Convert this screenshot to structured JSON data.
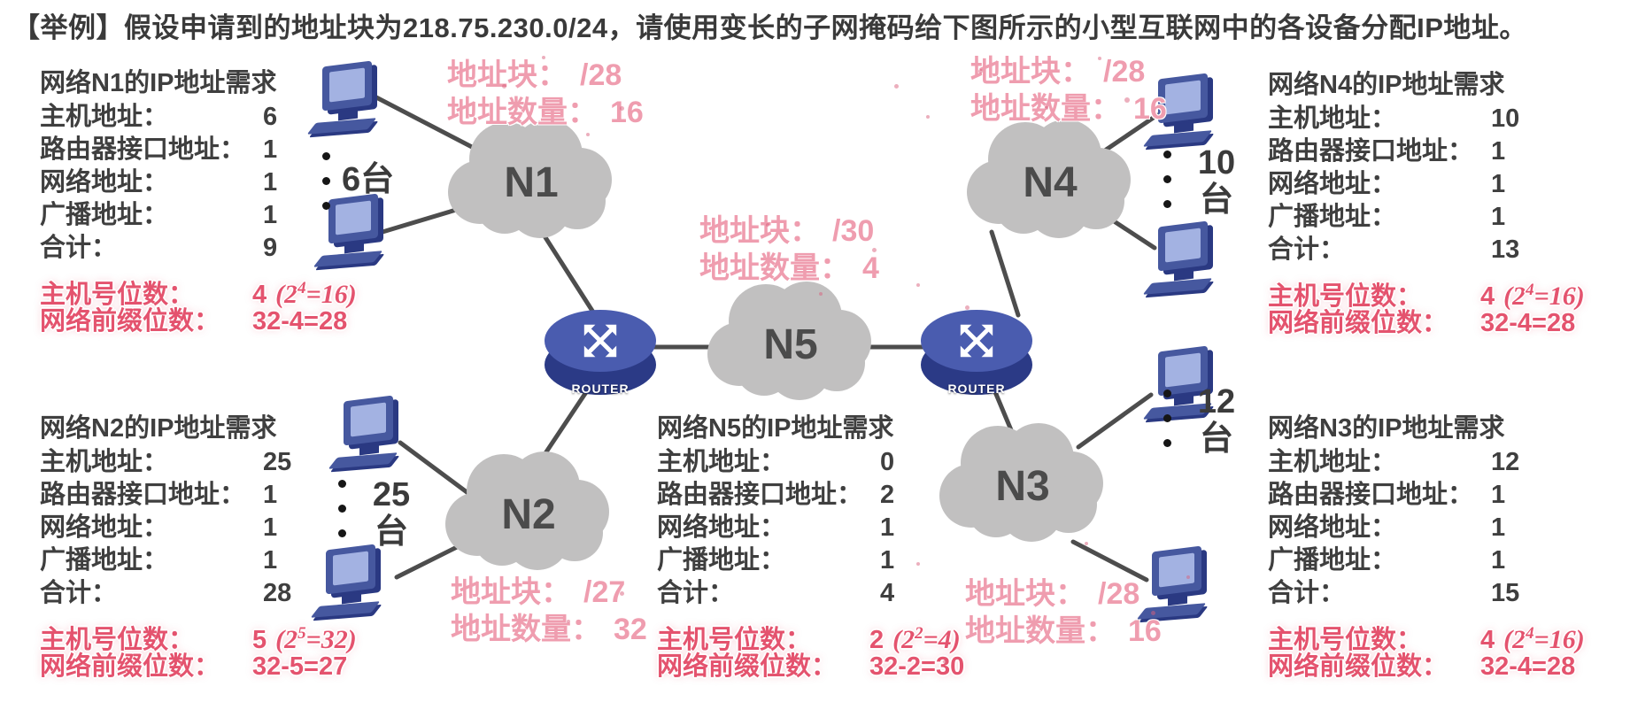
{
  "title": "【举例】假设申请到的地址块为218.75.230.0/24，请使用变长的子网掩码给下图所示的小型互联网中的各设备分配IP地址。",
  "colors": {
    "accent_red": "#e4536e",
    "note_pink": "#ef9daf",
    "cloud_gray": "#c1c0c0",
    "router_blue": "#4a5caf",
    "computer_blue": "#46589f",
    "text_dark": "#3f3f3f"
  },
  "clouds": {
    "n1": "N1",
    "n2": "N2",
    "n3": "N3",
    "n4": "N4",
    "n5": "N5"
  },
  "routers": {
    "left": "ROUTER",
    "right": "ROUTER"
  },
  "host_groups": {
    "n1": {
      "label": "6台"
    },
    "n2": {
      "line1": "25",
      "line2": "台"
    },
    "n4": {
      "line1": "10",
      "line2": "台"
    },
    "n3": {
      "line1": "12",
      "line2": "台"
    }
  },
  "blocks": {
    "n1": {
      "heading": "网络N1的IP地址需求",
      "rows": [
        {
          "label": "主机地址：",
          "value": "6"
        },
        {
          "label": "路由器接口地址：",
          "value": "1"
        },
        {
          "label": "网络地址：",
          "value": "1"
        },
        {
          "label": "广播地址：",
          "value": "1"
        },
        {
          "label": "合计：",
          "value": "9"
        }
      ],
      "host_bits": {
        "label": "主机号位数：",
        "value": "4",
        "formula_open": "(2",
        "formula_exp": "4",
        "formula_close": "=16)"
      },
      "prefix_bits": {
        "label": "网络前缀位数：",
        "value": "32-4=28"
      }
    },
    "n2": {
      "heading": "网络N2的IP地址需求",
      "rows": [
        {
          "label": "主机地址：",
          "value": "25"
        },
        {
          "label": "路由器接口地址：",
          "value": "1"
        },
        {
          "label": "网络地址：",
          "value": "1"
        },
        {
          "label": "广播地址：",
          "value": "1"
        },
        {
          "label": "合计：",
          "value": "28"
        }
      ],
      "host_bits": {
        "label": "主机号位数：",
        "value": "5",
        "formula_open": "(2",
        "formula_exp": "5",
        "formula_close": "=32)"
      },
      "prefix_bits": {
        "label": "网络前缀位数：",
        "value": "32-5=27"
      }
    },
    "n5": {
      "heading": "网络N5的IP地址需求",
      "rows": [
        {
          "label": "主机地址：",
          "value": "0"
        },
        {
          "label": "路由器接口地址：",
          "value": "2"
        },
        {
          "label": "网络地址：",
          "value": "1"
        },
        {
          "label": "广播地址：",
          "value": "1"
        },
        {
          "label": "合计：",
          "value": "4"
        }
      ],
      "host_bits": {
        "label": "主机号位数：",
        "value": "2",
        "formula_open": "(2",
        "formula_exp": "2",
        "formula_close": "=4)"
      },
      "prefix_bits": {
        "label": "网络前缀位数：",
        "value": "32-2=30"
      }
    },
    "n4": {
      "heading": "网络N4的IP地址需求",
      "rows": [
        {
          "label": "主机地址：",
          "value": "10"
        },
        {
          "label": "路由器接口地址：",
          "value": "1"
        },
        {
          "label": "网络地址：",
          "value": "1"
        },
        {
          "label": "广播地址：",
          "value": "1"
        },
        {
          "label": "合计：",
          "value": "13"
        }
      ],
      "host_bits": {
        "label": "主机号位数：",
        "value": "4",
        "formula_open": "(2",
        "formula_exp": "4",
        "formula_close": "=16)"
      },
      "prefix_bits": {
        "label": "网络前缀位数：",
        "value": "32-4=28"
      }
    },
    "n3": {
      "heading": "网络N3的IP地址需求",
      "rows": [
        {
          "label": "主机地址：",
          "value": "12"
        },
        {
          "label": "路由器接口地址：",
          "value": "1"
        },
        {
          "label": "网络地址：",
          "value": "1"
        },
        {
          "label": "广播地址：",
          "value": "1"
        },
        {
          "label": "合计：",
          "value": "15"
        }
      ],
      "host_bits": {
        "label": "主机号位数：",
        "value": "4",
        "formula_open": "(2",
        "formula_exp": "4",
        "formula_close": "=16)"
      },
      "prefix_bits": {
        "label": "网络前缀位数：",
        "value": "32-4=28"
      }
    }
  },
  "notes": {
    "n1": {
      "block_label": "地址块：",
      "block_value": "/28",
      "count_label": "地址数量：",
      "count_value": "16"
    },
    "n4": {
      "block_label": "地址块：",
      "block_value": "/28",
      "count_label": "地址数量：",
      "count_value": "16"
    },
    "n5": {
      "block_label": "地址块：",
      "block_value": "/30",
      "count_label": "地址数量：",
      "count_value": "4"
    },
    "n2": {
      "block_label": "地址块：",
      "block_value": "/27",
      "count_label": "地址数量：",
      "count_value": "32"
    },
    "n3": {
      "block_label": "地址块：",
      "block_value": "/28",
      "count_label": "地址数量：",
      "count_value": "16"
    }
  }
}
